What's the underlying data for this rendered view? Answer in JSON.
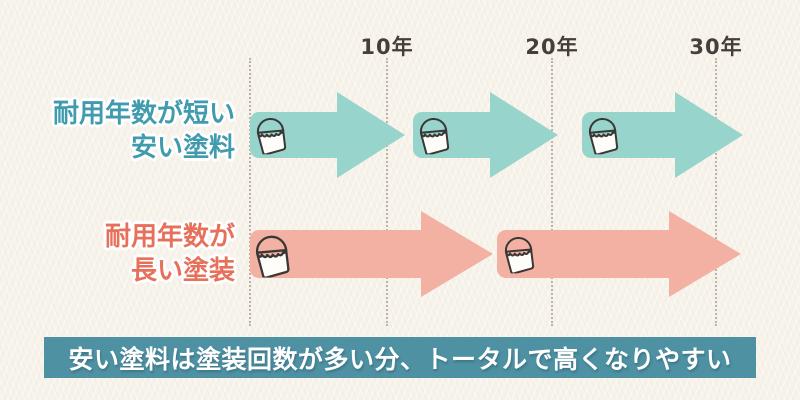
{
  "timeline": {
    "ticks": [
      {
        "label": "10年"
      },
      {
        "label": "20年"
      },
      {
        "label": "30年"
      }
    ],
    "tick_color": "#453e3a",
    "gridline_color": "#bcb3a7"
  },
  "rows": [
    {
      "name": "cheap-short-life-paint",
      "label_line1": "耐用年数が短い",
      "label_line2": "安い塗料",
      "label_color": "#3f9bad",
      "arrow_color": "#97d4cb",
      "arrow_count": 3,
      "icon": "paint-bucket-icon"
    },
    {
      "name": "durable-long-life-paint",
      "label_line1": "耐用年数が",
      "label_line2": "長い塗装",
      "label_color": "#e7705b",
      "arrow_color": "#f2b1a3",
      "arrow_count": 2,
      "icon": "paint-bucket-icon"
    }
  ],
  "banner": {
    "text": "安い塗料は塗装回数が多い分、トータルで高くなりやすい",
    "bg_color": "#4d91a3",
    "text_color": "#ffffff"
  },
  "background_color": "#f7f3eb"
}
